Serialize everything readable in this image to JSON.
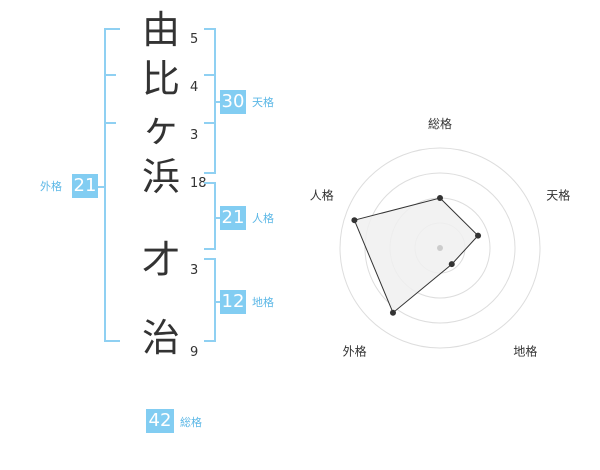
{
  "name": {
    "chars": [
      "由",
      "比",
      "ヶ",
      "浜",
      "才",
      "治"
    ],
    "strokes": [
      "5",
      "4",
      "3",
      "18",
      "3",
      "9"
    ]
  },
  "kakusu": {
    "tenkaku": {
      "label": "天格",
      "value": "30"
    },
    "jinkaku": {
      "label": "人格",
      "value": "21"
    },
    "chikaku": {
      "label": "地格",
      "value": "12"
    },
    "gaikaku": {
      "label": "外格",
      "value": "21"
    },
    "soukaku": {
      "label": "総格",
      "value": "42"
    }
  },
  "chart_data": {
    "type": "radar",
    "axes": [
      "総格",
      "天格",
      "地格",
      "外格",
      "人格"
    ],
    "values": [
      0.5,
      0.4,
      0.2,
      0.8,
      0.9
    ],
    "rings": 4,
    "max": 1.0
  },
  "colors": {
    "accent": "#82cdf2",
    "bracket": "#8fd0f2",
    "label": "#5bb7e6",
    "polygon_fill": "#f0f0f0"
  }
}
